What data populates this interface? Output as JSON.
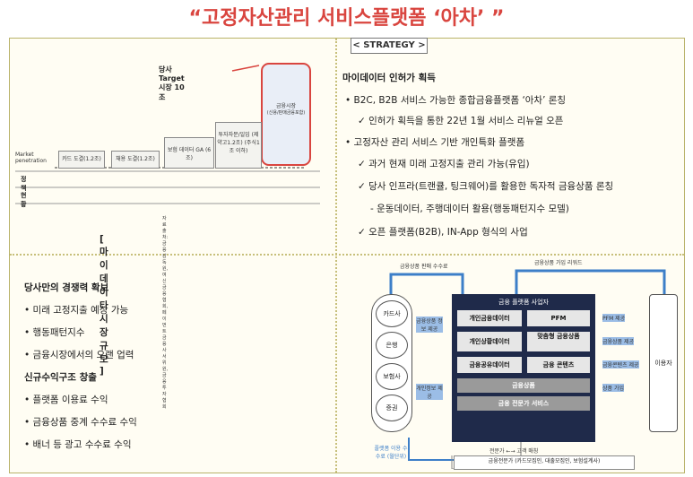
{
  "title": "“고정자산관리 서비스플랫폼 ‘아차’ ”",
  "strategy_label": "< STRATEGY >",
  "right_top": {
    "heading": "마이데이터 인허가 획득",
    "b1": "• B2C, B2B 서비스 가능한 종합금융플랫폼 ‘아차’ 론칭",
    "c1": "✓ 인허가 획득을 통한 22년 1월 서비스 리뉴얼 오픈",
    "b2": "• 고정자산 관리 서비스 기반 개인특화 플랫폼",
    "c2": "✓ 과거 현재 미래 고정지출 관리 가능(유입)",
    "c3": "✓ 당사 인프라(트랜큘, 팅크웨어)를 활용한 독자적 금융상품 론칭",
    "d1": "-  운동데이터, 주행데이터 활용(행동패턴지수 모델)",
    "c4": "✓ 오픈 플랫폼(B2B), IN-App 형식의 사업"
  },
  "market": {
    "target_label": "당사 Target 시장 10조",
    "market_pen": "Market penetration",
    "boxes": [
      "카드 도결(1.2조)",
      "채용 도결(1.2조)",
      "보험 데이터 GA (6조)",
      "투자자문/일임 (제약고1.2조) (주식1조 이하)",
      "금융시장"
    ],
    "boxes_sub": [
      "",
      "",
      "",
      "",
      "(신용/판매금융포함)"
    ],
    "row_labels": [
      "정책",
      "현황"
    ],
    "notes": "자료 출처: 금융감독원, 여신금융협회, 페이먼트금융사서위원, 금융투자협회",
    "caption": "[ 마이데이타 시장 규모 ]"
  },
  "left_bottom": {
    "h1": "당사만의 경쟁력 확보",
    "i1": "• 미래 고정지출 예상 가능",
    "i2": "• 행동패턴지수",
    "i3": "• 금융시장에서의 오랜 업력",
    "h2": "신규수익구조 창출",
    "i4": "• 플랫폼 이용료 수익",
    "i5": "• 금융상품 중계 수수료 수익",
    "i6": "• 배너 등 광고 수수료 수익"
  },
  "diagram": {
    "top_left_label": "금융상품 판매 수수료",
    "top_right_label": "금융상품 가입 리워드",
    "providers": [
      "카드사",
      "은행",
      "보험사",
      "증권"
    ],
    "platform_title": "금융 플랫폼 사업자",
    "cells": [
      "개인금융데이터",
      "PFM",
      "개인상황데이터",
      "맞춤형 금융상품",
      "금융공유데이터",
      "금융 콘텐츠"
    ],
    "bar1": "금융상품",
    "bar2": "금융 전문가 서비스",
    "user": "이용자",
    "left_arrow1": "금융상품 정보 제공",
    "left_arrow2": "개인정보 제공",
    "right_arrows": [
      "PFM 제공",
      "금융상품 제공",
      "금융콘텐츠 제공",
      "상품 가입"
    ],
    "bottom_left": "플랫폼 이용 수수료 (월단위)",
    "expert_arrow": "전문가 ←→ 고객 매칭",
    "expert_box": "금융전문가",
    "expert_sub": "(카드모집인, 대출모집인, 보험설계사)"
  }
}
